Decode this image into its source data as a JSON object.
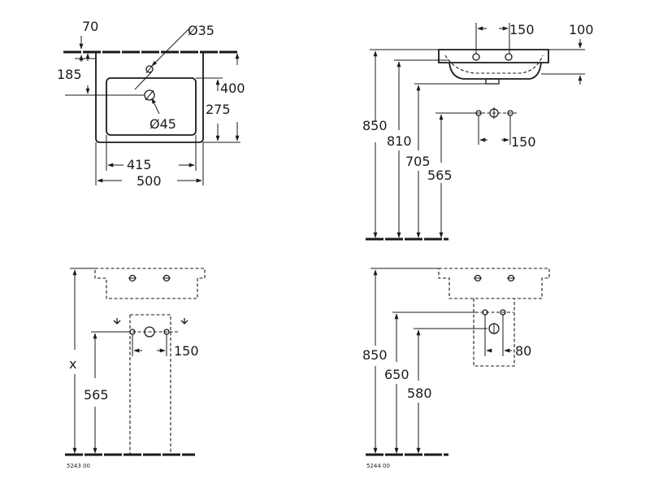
{
  "top_view": {
    "dims": [
      "70",
      "Ø35",
      "185",
      "400",
      "275",
      "Ø45",
      "415",
      "500"
    ]
  },
  "side_view": {
    "dims": [
      "150",
      "100",
      "850",
      "810",
      "705",
      "565",
      "150"
    ]
  },
  "bottom_left": {
    "dims": [
      "x",
      "150",
      "565"
    ],
    "code": "5243 00"
  },
  "bottom_right": {
    "dims": [
      "850",
      "80",
      "650",
      "580"
    ],
    "code": "5244 00"
  }
}
